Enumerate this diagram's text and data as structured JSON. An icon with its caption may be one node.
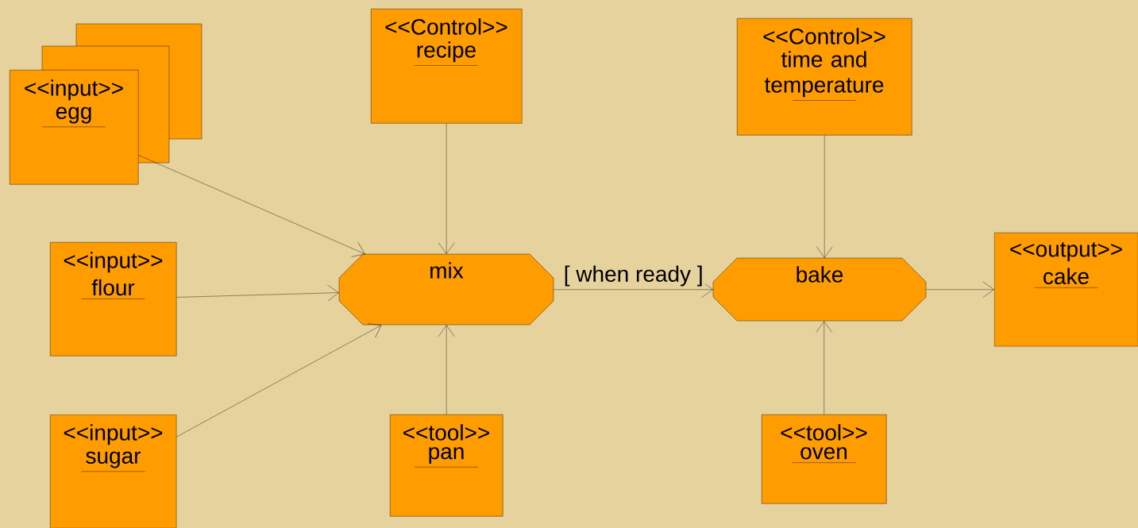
{
  "diagram": {
    "nodes": [
      {
        "text": [
          "<<input>>",
          "egg"
        ]
      },
      {
        "text": [
          "<<input>>",
          "flour"
        ]
      },
      {
        "text": [
          "<<input>>",
          "sugar"
        ]
      },
      {
        "text": [
          "<<Control>>",
          "recipe"
        ]
      },
      {
        "text": [
          "mix"
        ]
      },
      {
        "text": [
          "<<tool>>",
          "pan"
        ]
      },
      {
        "text": [
          "<<Control>>",
          "time and temperature"
        ]
      },
      {
        "text": [
          "bake"
        ]
      },
      {
        "text": [
          "<<tool>>",
          "oven"
        ]
      },
      {
        "text": [
          "<<output>>",
          "cake"
        ]
      }
    ],
    "edges": [
      {
        "from": 0,
        "to": 4,
        "arrow": "to"
      },
      {
        "from": 1,
        "to": 4,
        "arrow": "to"
      },
      {
        "from": 2,
        "to": 4,
        "arrow": "to"
      },
      {
        "from": 3,
        "to": 4,
        "arrow": "to"
      },
      {
        "from": 5,
        "to": 4,
        "arrow": "to"
      },
      {
        "from": 4,
        "to": 7,
        "arrow": "to",
        "label": "[ when ready ]"
      },
      {
        "from": 6,
        "to": 7,
        "arrow": "to"
      },
      {
        "from": 8,
        "to": 7,
        "arrow": "to"
      },
      {
        "from": 7,
        "to": 9,
        "arrow": "to"
      }
    ]
  }
}
